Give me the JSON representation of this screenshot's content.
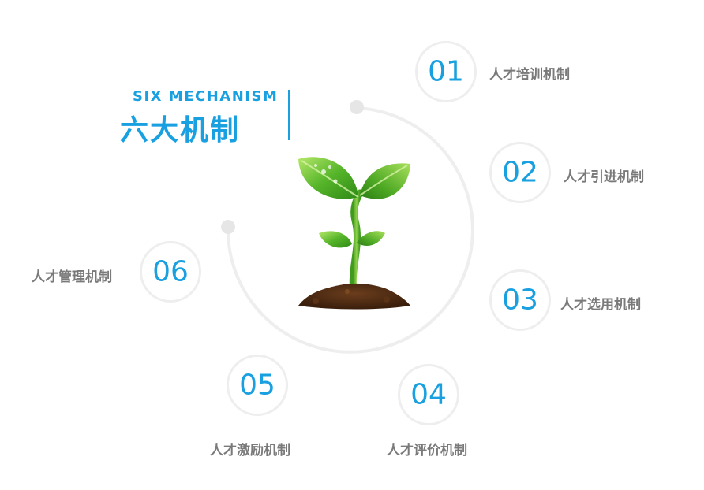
{
  "heading": {
    "subtitle": "SIX MECHANISM",
    "title": "六大机制"
  },
  "colors": {
    "accent": "#19a0e0",
    "label": "#7a7a7a",
    "ring": "#eeeeee",
    "leaf_green": "#4caf2a",
    "soil_brown": "#4a2a14"
  },
  "icons": [
    "plant-seedling-icon"
  ],
  "items": [
    {
      "num": "01",
      "label": "人才培训机制"
    },
    {
      "num": "02",
      "label": "人才引进机制"
    },
    {
      "num": "03",
      "label": "人才选用机制"
    },
    {
      "num": "04",
      "label": "人才评价机制"
    },
    {
      "num": "05",
      "label": "人才激励机制"
    },
    {
      "num": "06",
      "label": "人才管理机制"
    }
  ]
}
